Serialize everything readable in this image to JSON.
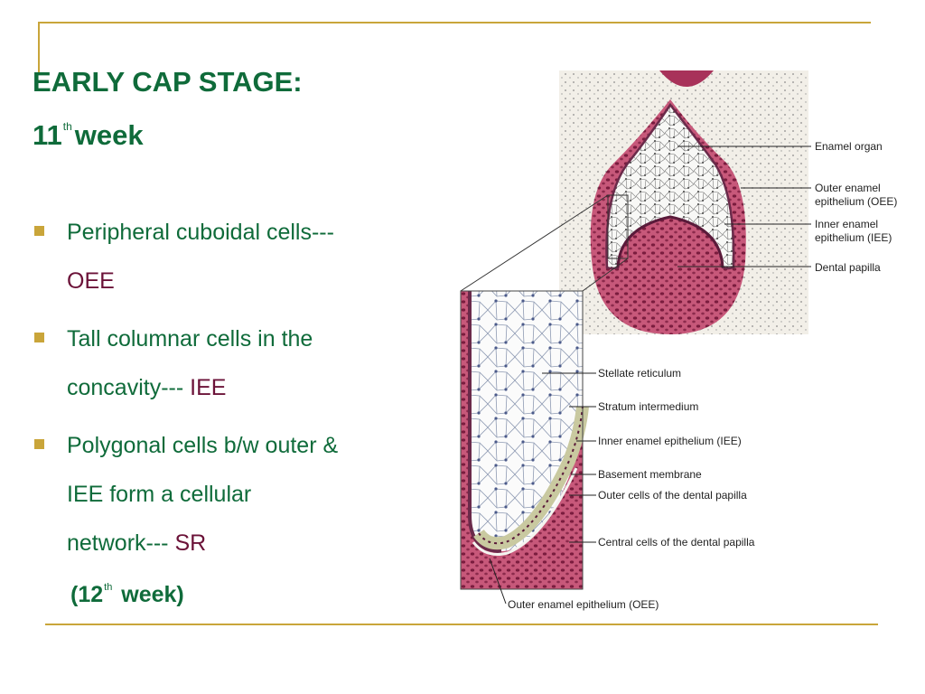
{
  "slide": {
    "title": "EARLY  CAP STAGE:",
    "subtitle": {
      "number": "11",
      "superscript": "th",
      "word": "week"
    },
    "bullets": [
      {
        "text": "Peripheral cuboidal cells---\n",
        "code": "OEE"
      },
      {
        "text": "Tall columnar cells in the\nconcavity--- ",
        "code": "IEE"
      },
      {
        "text": "Polygonal cells b/w outer &\nIEE form a cellular\nnetwork--- ",
        "code": "SR"
      }
    ],
    "note": {
      "open": "(12",
      "superscript": "th",
      "rest": " week)"
    }
  },
  "figure": {
    "upper_labels": [
      "Enamel organ",
      "Outer enamel",
      "epithelium (OEE)",
      "Inner enamel",
      "epithelium (IEE)",
      "Dental papilla"
    ],
    "lower_labels": [
      "Stellate reticulum",
      "Stratum intermedium",
      "Inner enamel epithelium (IEE)",
      "Basement membrane",
      "Outer cells of the dental papilla",
      "Central cells of the dental papilla",
      "Outer enamel epithelium (OEE)"
    ]
  },
  "colors": {
    "heading_green": "#0f6b3a",
    "code_maroon": "#6b1238",
    "accent_gold": "#c9a53a",
    "tissue_pink": "#b8486a"
  }
}
